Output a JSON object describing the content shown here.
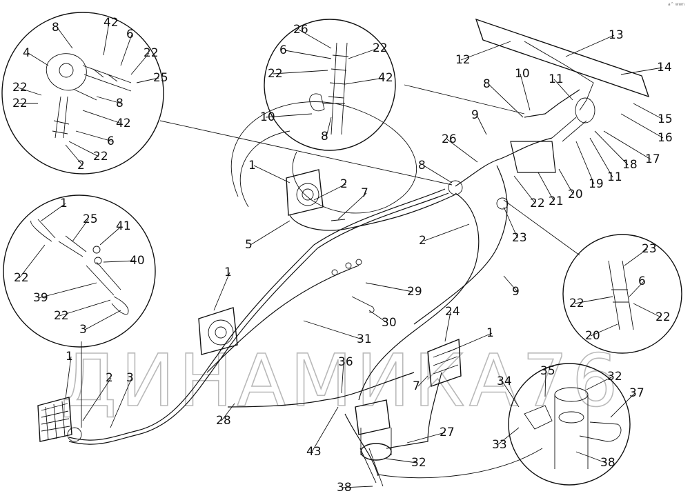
{
  "watermark": "ДИНАМИКА76",
  "corner_mark": "a^ wwn",
  "part_labels": [
    "1",
    "2",
    "3",
    "4",
    "5",
    "6",
    "7",
    "8",
    "9",
    "10",
    "11",
    "12",
    "13",
    "14",
    "15",
    "16",
    "17",
    "18",
    "19",
    "20",
    "21",
    "22",
    "23",
    "24",
    "25",
    "26",
    "27",
    "28",
    "29",
    "30",
    "31",
    "32",
    "33",
    "34",
    "35",
    "36",
    "37",
    "38",
    "39",
    "40",
    "41",
    "42",
    "43"
  ]
}
